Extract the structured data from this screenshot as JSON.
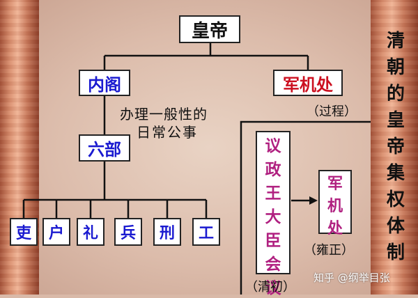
{
  "emperor": "皇帝",
  "neige": "内阁",
  "junjichu": "军机处",
  "liubu": "六部",
  "duty_line1": "办理一般性的",
  "duty_line2": "日常公事",
  "process": "（过程）",
  "ministries": [
    "吏",
    "户",
    "礼",
    "兵",
    "刑",
    "工"
  ],
  "council": [
    "议",
    "政",
    "王",
    "大",
    "臣",
    "会",
    "议"
  ],
  "council_period": "（清初）",
  "junji_vertical": [
    "军",
    "机",
    "处"
  ],
  "junji_period": "（雍正）",
  "side_title": [
    "清",
    "朝",
    "的",
    "皇",
    "帝",
    "集",
    "权",
    "体",
    "制"
  ],
  "watermark": "知乎 @纲举目张",
  "colors": {
    "blue": "#1a1ad0",
    "red": "#cc1020",
    "magenta": "#b02080"
  }
}
